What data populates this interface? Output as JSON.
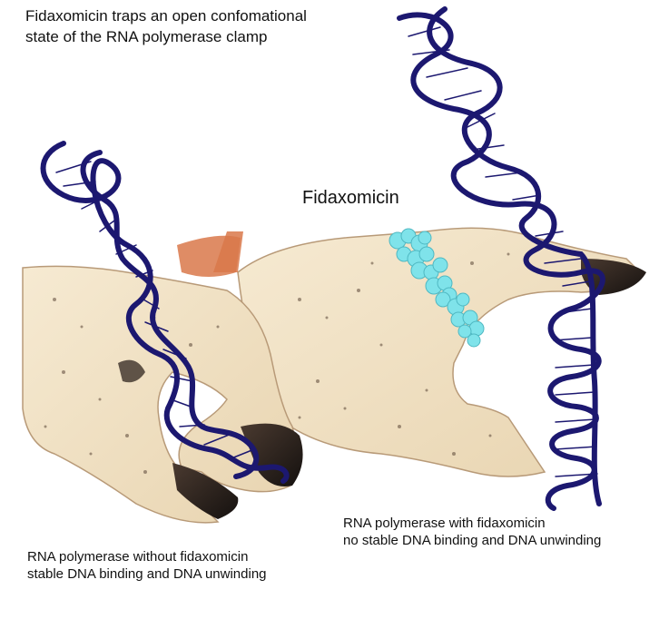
{
  "title": "Fidaxomicin traps an open confomational\nstate of the RNA polymerase clamp",
  "drug_label": "Fidaxomicin",
  "caption_left": "RNA polymerase without fidaxomicin\nstable DNA binding and DNA unwinding",
  "caption_right": "RNA polymerase with fidaxomicin\nno stable DNA binding and DNA unwinding",
  "colors": {
    "claw_shell": "#f2e3c4",
    "claw_orange": "#d9784a",
    "claw_tip": "#2a2320",
    "dna": "#1c1870",
    "fidaxomicin": "#7fe3ea"
  },
  "icons": {
    "left_dna": "dna-helix-icon",
    "right_dna": "dna-helix-icon",
    "left_claw": "crab-claw-closed-icon",
    "right_claw": "crab-claw-open-icon",
    "drug": "molecule-icon"
  }
}
